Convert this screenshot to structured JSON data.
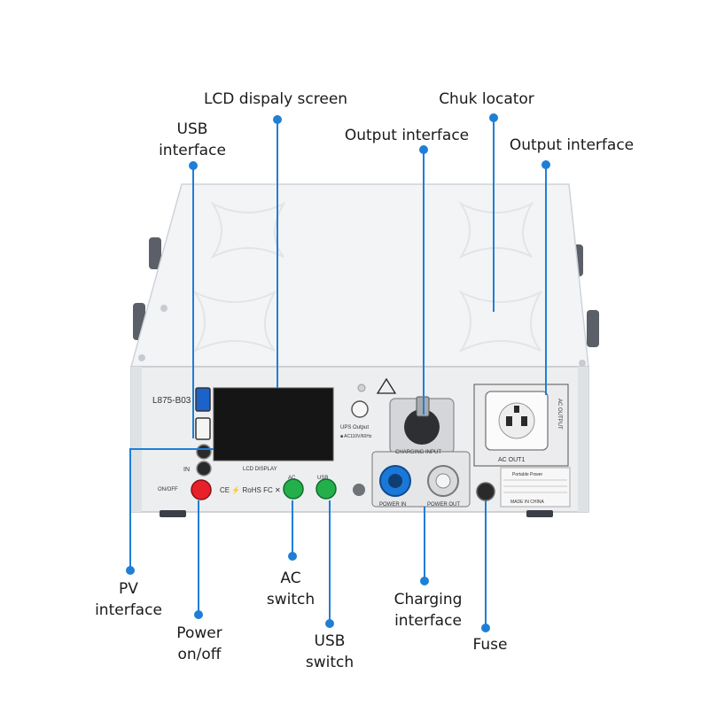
{
  "colors": {
    "callout": "#1f7fd6",
    "case": "#eeeff1",
    "case_edge": "#c9cdd2",
    "lcd": "#151515",
    "power_button": "#e8202a",
    "switch_buttons": "#23b04a",
    "charging_in": "#1c78d8"
  },
  "device": {
    "model": "L875-B03",
    "lcd_caption": "LCD DISPLAY",
    "ups_caption": "UPS Output",
    "ups_rating": "■ AC110V/60Hz",
    "ac_button_label": "AC",
    "usb_button_label": "USB",
    "power_button_label": "ON/OFF",
    "in_label": "IN",
    "charger_panel_label": "CHARGING INPUT",
    "power_in_label": "POWER IN",
    "power_out_label": "POWER OUT",
    "ac_out_label": "AC OUT1",
    "ac_output_side_label": "AC OUTPUT",
    "nameplate_title": "Portable Power",
    "made_in": "MADE IN CHINA",
    "cert_marks": "CE ⚡ RoHS FC ✕"
  },
  "labels": {
    "lcd": "LCD dispaly screen",
    "chuk": "Chuk locator",
    "usb_interface": [
      "USB",
      "interface"
    ],
    "output_interface_center": "Output interface",
    "output_interface_right": "Output interface",
    "pv_interface": [
      "PV",
      "interface"
    ],
    "power": [
      "Power",
      "on/off"
    ],
    "ac_switch": [
      "AC",
      "switch"
    ],
    "usb_switch": [
      "USB",
      "switch"
    ],
    "charging_interface": [
      "Charging",
      "interface"
    ],
    "fuse": "Fuse"
  }
}
